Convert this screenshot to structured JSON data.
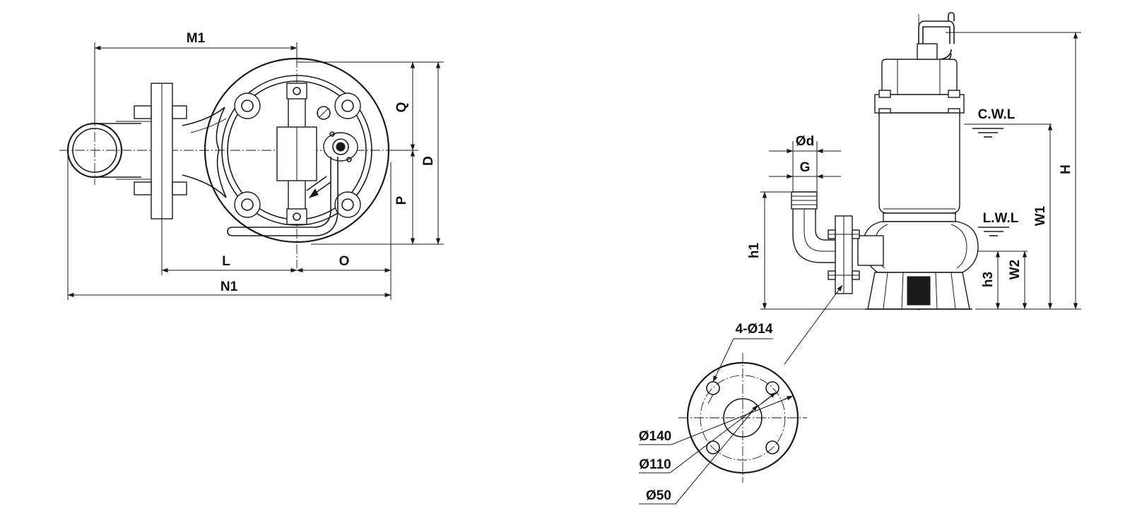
{
  "labels": {
    "m1": "M1",
    "q": "Q",
    "d": "D",
    "p": "P",
    "l": "L",
    "o": "O",
    "n1": "N1",
    "od": "Ød",
    "g": "G",
    "cwl": "C.W.L",
    "lwl": "L.W.L",
    "h": "H",
    "w1": "W1",
    "w2": "W2",
    "h1": "h1",
    "h3": "h3",
    "holes": "4-Ø14",
    "d140": "Ø140",
    "d110": "Ø110",
    "d50": "Ø50"
  }
}
